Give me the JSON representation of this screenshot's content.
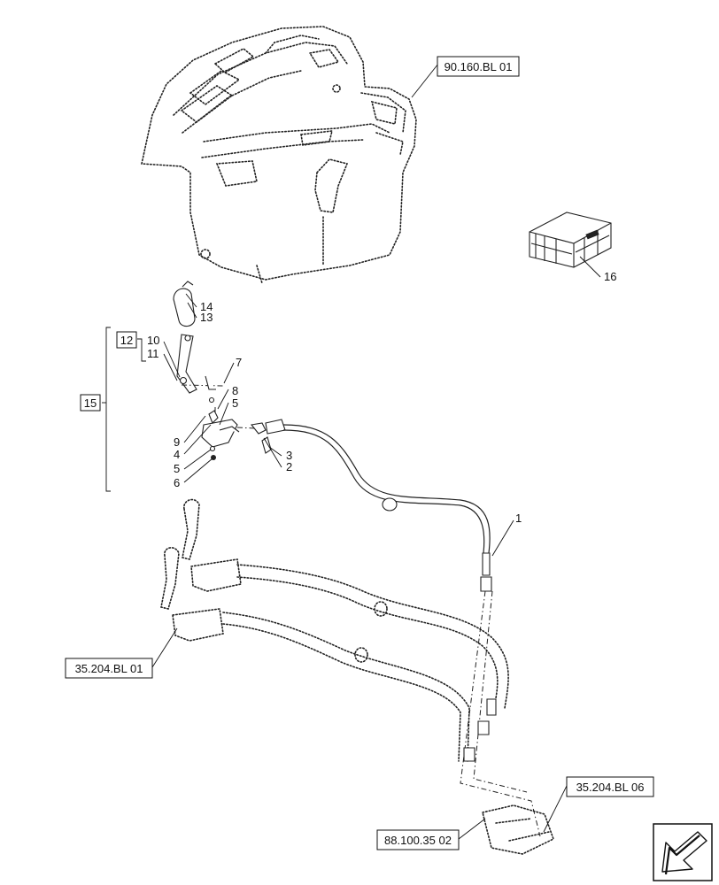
{
  "diagram": {
    "reference_boxes": {
      "cab_console": "90.160.BL 01",
      "lever_assembly_left": "35.204.BL 01",
      "valve_block": "35.204.BL 06",
      "valve_connector": "88.100.35 02"
    },
    "group_boxes": {
      "kit": "15",
      "lever_kit": "12"
    },
    "callouts": {
      "c1": "1",
      "c2": "2",
      "c3": "3",
      "c4": "4",
      "c5a": "5",
      "c5b": "5",
      "c6": "6",
      "c7": "7",
      "c8": "8",
      "c9": "9",
      "c10": "10",
      "c11": "11",
      "c13": "13",
      "c14": "14",
      "c16": "16"
    },
    "nav_icon": "arrow-left-down-icon"
  }
}
